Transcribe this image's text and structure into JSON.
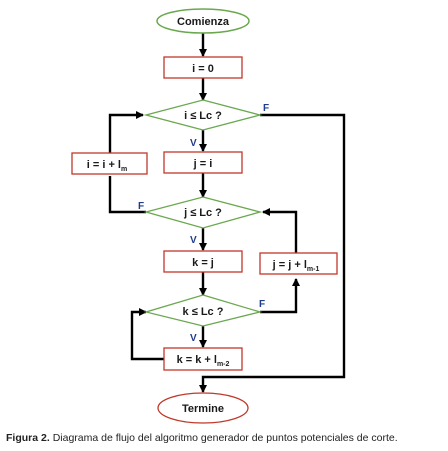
{
  "flowchart": {
    "start": "Comienza",
    "init": "i = 0",
    "decision_i": "i ≤ Lc ?",
    "inc_i": {
      "main": "i = i + l",
      "sub": "m"
    },
    "assign_j": "j = i",
    "decision_j": "j ≤ Lc ?",
    "assign_k": "k = j",
    "inc_j": {
      "main": "j = j + l",
      "sub": "m-1"
    },
    "decision_k": "k ≤ Lc ?",
    "inc_k": {
      "main": "k = k + l",
      "sub": "m-2"
    },
    "end": "Termine",
    "true_label": "V",
    "false_label": "F"
  },
  "caption": {
    "label": "Figura 2.",
    "text": "Diagrama de flujo del algoritmo generador de puntos potenciales de corte."
  },
  "colors": {
    "start_end_stroke": "#6aa84f",
    "process_stroke": "#c0392b",
    "decision_stroke": "#6aa84f",
    "connector": "#000000",
    "flag_text": "#1f3c8c"
  }
}
